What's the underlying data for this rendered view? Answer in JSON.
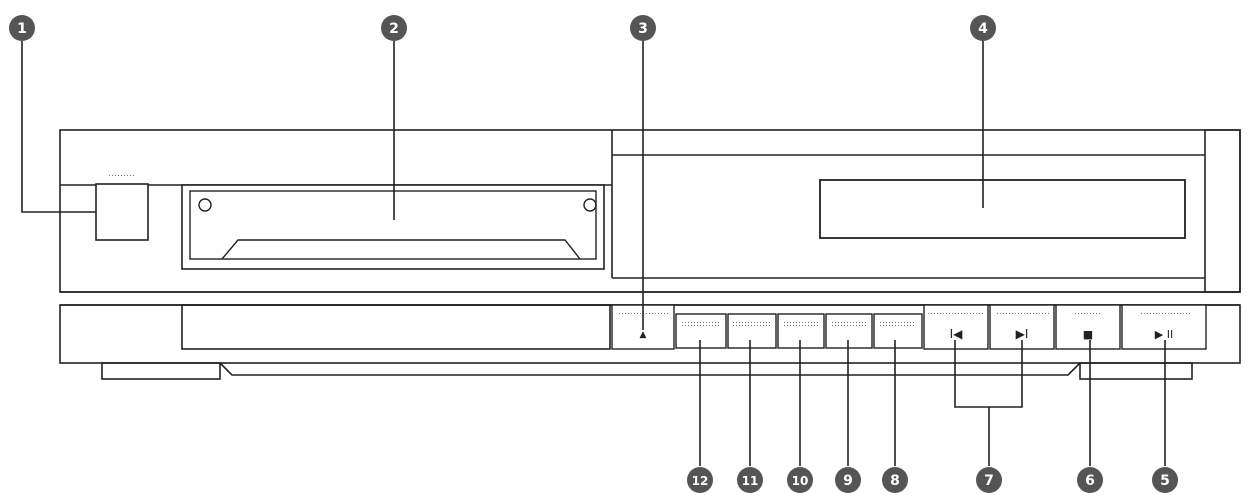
{
  "callouts": {
    "c1": "1",
    "c2": "2",
    "c3": "3",
    "c4": "4",
    "c5": "5",
    "c6": "6",
    "c7": "7",
    "c8": "8",
    "c9": "9",
    "c10": "10",
    "c11": "11",
    "c12": "12"
  },
  "button_symbols": {
    "eject": "▲",
    "skip_back": "I◀",
    "skip_forward": "▶I",
    "stop": "■",
    "play_pause": "▶ II"
  },
  "colors": {
    "line": "#222222",
    "callout_fill": "#555555",
    "panel_shade": "#f4f4f4"
  }
}
